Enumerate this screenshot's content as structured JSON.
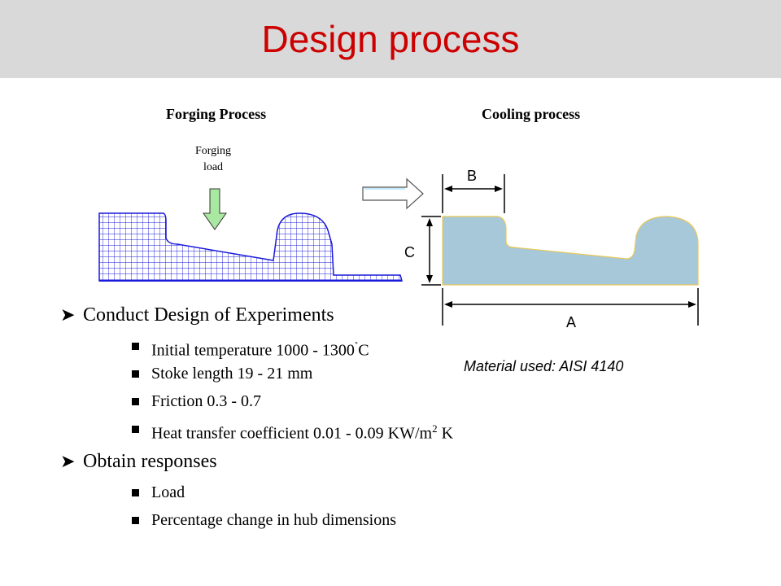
{
  "header": {
    "title": "Design process"
  },
  "diagram": {
    "forging_title": "Forging Process",
    "cooling_title": "Cooling process",
    "forging_load_line1": "Forging",
    "forging_load_line2": "load",
    "dim_a": "A",
    "dim_b": "B",
    "dim_c": "C",
    "material": "Material used:  AISI 4140",
    "colors": {
      "part_fill": "#a6c8d8",
      "part_edge": "#e8c85a",
      "mesh": "#1a1ad9",
      "arrow_fill": "#a8e8a0"
    }
  },
  "bullets": [
    {
      "text": "Conduct Design of Experiments",
      "subs": [
        {
          "text": "Initial temperature 1000 - 1300",
          "sup": "˚",
          "tail": "C"
        },
        {
          "text": "Stoke length 19 - 21 mm",
          "sup": "",
          "tail": ""
        },
        {
          "text": "Friction 0.3 - 0.7",
          "sup": "",
          "tail": ""
        },
        {
          "text": "Heat transfer coefficient  0.01 - 0.09 KW/m",
          "sup": "2",
          "tail": " K"
        }
      ]
    },
    {
      "text": "Obtain responses",
      "subs": [
        {
          "text": "Load",
          "sup": "",
          "tail": ""
        },
        {
          "text": "Percentage change in hub dimensions",
          "sup": "",
          "tail": ""
        }
      ]
    }
  ]
}
